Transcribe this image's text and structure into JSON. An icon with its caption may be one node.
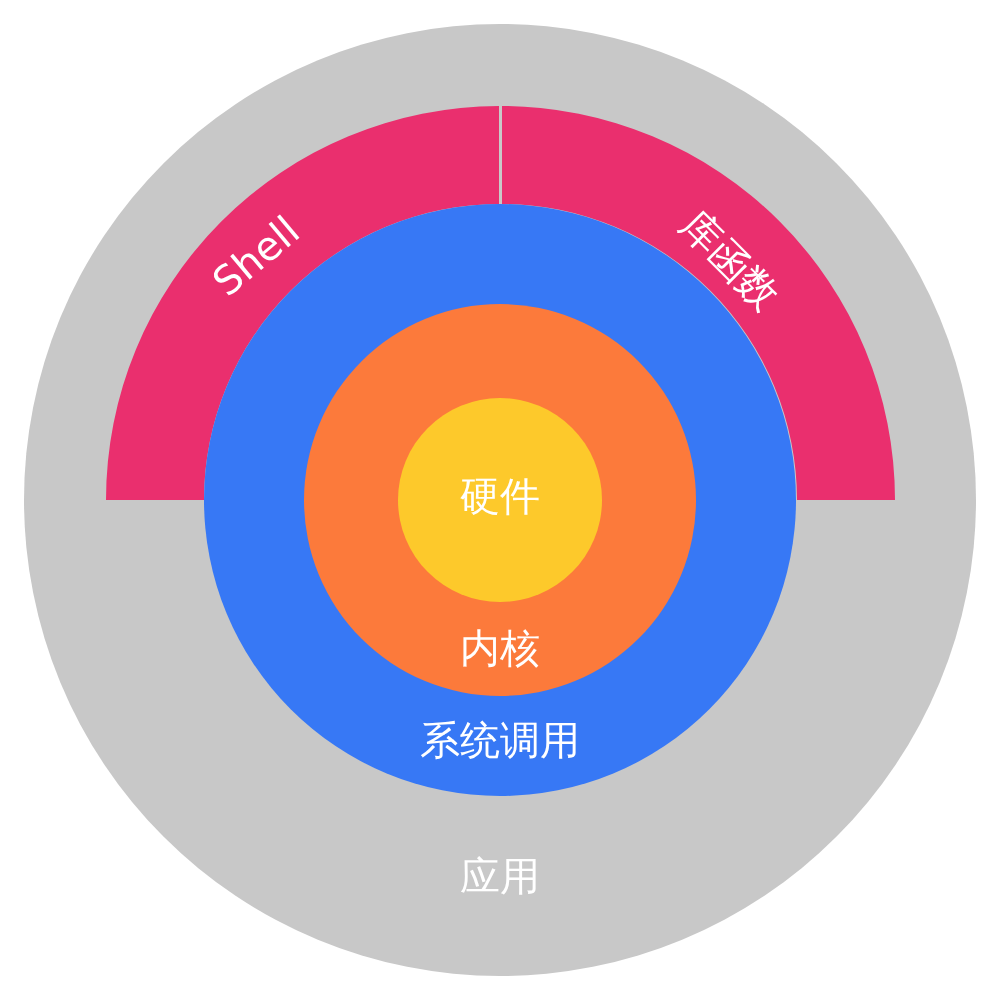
{
  "diagram": {
    "nodes": [
      {
        "text": [
          "应用"
        ]
      },
      {
        "text": [
          "Shell"
        ],
        "in": 0
      },
      {
        "text": [
          "库函数"
        ],
        "in": 0
      },
      {
        "text": [
          "系统调用"
        ],
        "in": 0
      },
      {
        "text": [
          "内核"
        ],
        "in": 3
      },
      {
        "text": [
          "硬件"
        ],
        "in": 4
      }
    ]
  }
}
